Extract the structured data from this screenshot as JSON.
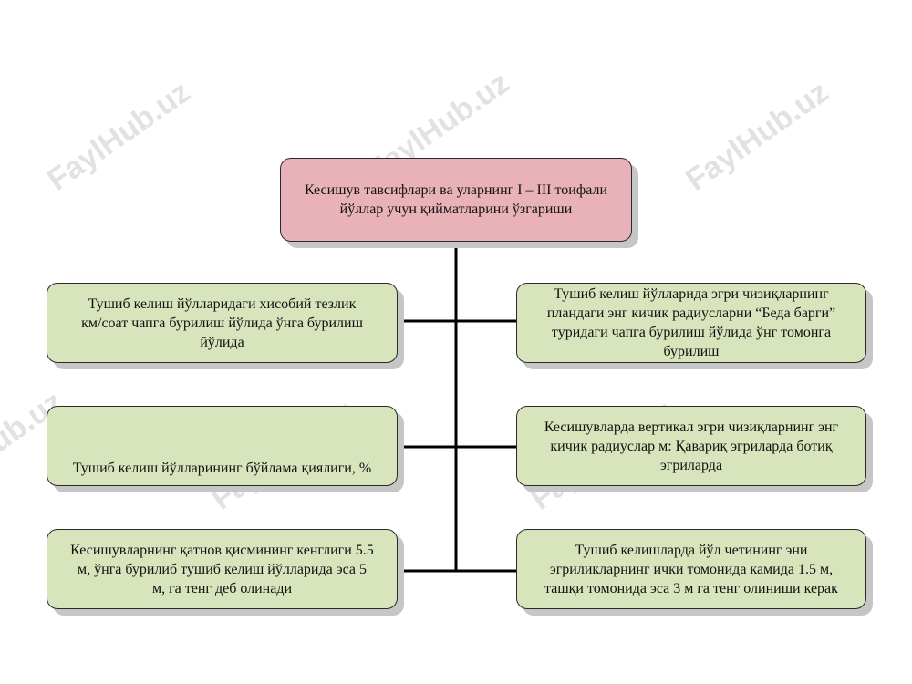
{
  "watermark": "FaylHub.uz",
  "colors": {
    "top_box": "#e8b2b8",
    "side_boxes": "#d8e4bc",
    "lines": "#000000",
    "shadow": "#c6c6c6"
  },
  "top_box": {
    "text": "Кесишув тавсифлари ва уларнинг I – III тоифали\nйўллар учун қийматларини ўзгариши"
  },
  "left_boxes": [
    {
      "text": "Тушиб келиш йўлларидаги хисобий тезлик\nкм/соат чапга бурилиш йўлида ўнга бурилиш\nйўлида"
    },
    {
      "text": "Тушиб келиш йўлларининг бўйлама қиялиги, %"
    },
    {
      "text": "Кесишувларнинг қатнов қисмининг кенглиги 5.5\nм, ўнга бурилиб тушиб келиш йўлларида эса 5\nм, га тенг деб олинади"
    }
  ],
  "right_boxes": [
    {
      "text": "Тушиб келиш  йўлларида эгри чизиқларнинг\nпландаги энг кичик радиусларни “Беда барги”\nтуридаги чапга бурилиш йўлида ўнг томонга\nбурилиш"
    },
    {
      "text": "Кесишувларда вертикал эгри чизиқларнинг энг\nкичик радиуслар м: Қавариқ эгриларда ботиқ\nэгриларда"
    },
    {
      "text": "Тушиб келишларда   йўл четининг эни\nэгриликларнинг ички томонида камида 1.5 м,\nташқи томонида эса 3 м га тенг олиниши керак"
    }
  ]
}
